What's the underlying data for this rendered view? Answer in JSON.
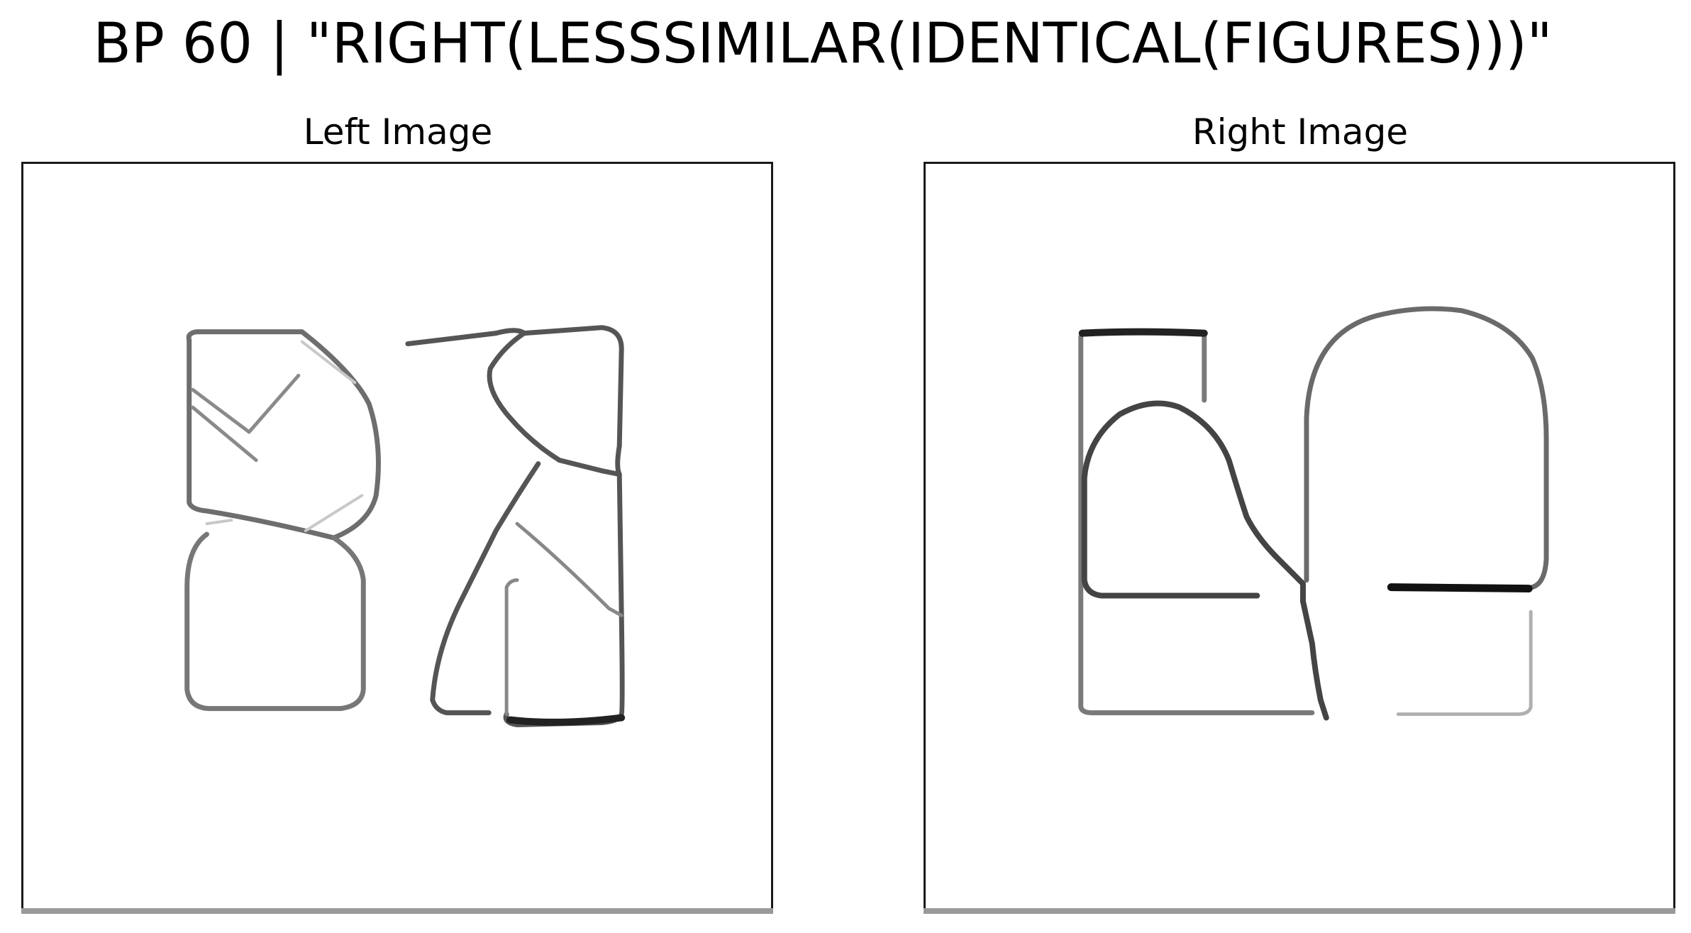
{
  "figure": {
    "title": "BP 60 | \"RIGHT(LESSSIMILAR(IDENTICAL(FIGURES)))\""
  },
  "panels": {
    "left": {
      "title": "Left Image"
    },
    "right": {
      "title": "Right Image"
    }
  },
  "colors": {
    "background": "#ffffff",
    "frame": "#1a1a1a",
    "stroke_dark": "#111111",
    "stroke_mid": "#555555",
    "stroke_light": "#9a9a9a"
  }
}
